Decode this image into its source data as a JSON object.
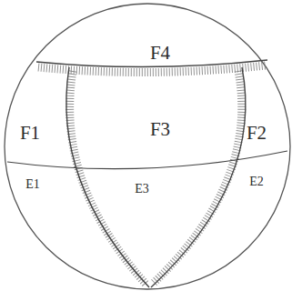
{
  "diagram": {
    "labels": [
      "F4",
      "F1",
      "F3",
      "F2",
      "E1",
      "E3",
      "E2"
    ]
  }
}
